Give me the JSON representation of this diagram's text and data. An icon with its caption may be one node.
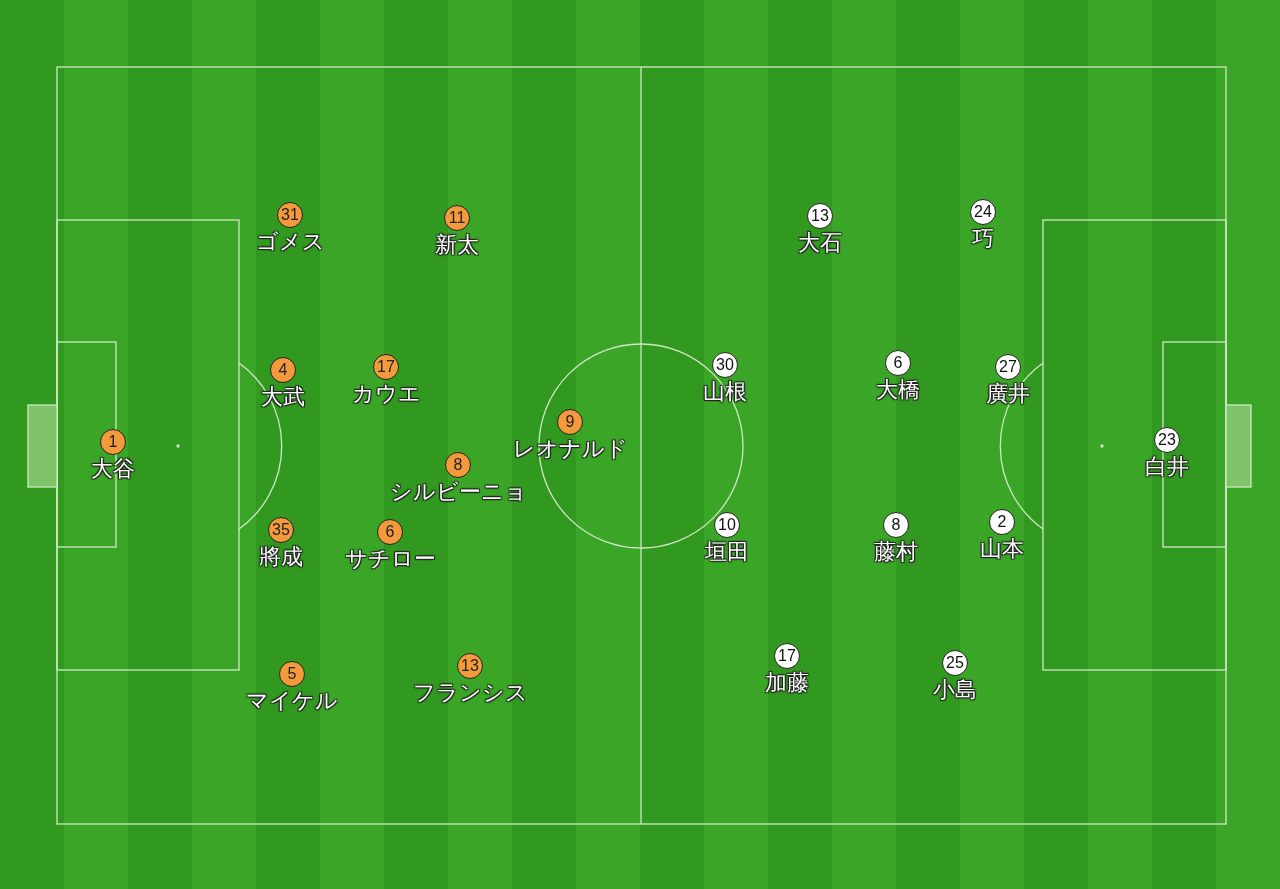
{
  "diagram": {
    "nodes": [
      {
        "text": [
          "1"
        ],
        "beside": [
          "大谷"
        ]
      },
      {
        "text": [
          "31"
        ],
        "beside": [
          "ゴメス"
        ]
      },
      {
        "text": [
          "11"
        ],
        "beside": [
          "新太"
        ]
      },
      {
        "text": [
          "4"
        ],
        "beside": [
          "大武"
        ]
      },
      {
        "text": [
          "17"
        ],
        "beside": [
          "カウエ"
        ]
      },
      {
        "text": [
          "9"
        ],
        "beside": [
          "レオナルド"
        ]
      },
      {
        "text": [
          "8"
        ],
        "beside": [
          "シルビーニョ"
        ]
      },
      {
        "text": [
          "35"
        ],
        "beside": [
          "將成"
        ]
      },
      {
        "text": [
          "6"
        ],
        "beside": [
          "サチロー"
        ]
      },
      {
        "text": [
          "5"
        ],
        "beside": [
          "マイケル"
        ]
      },
      {
        "text": [
          "13"
        ],
        "beside": [
          "フランシス"
        ]
      },
      {
        "text": [
          "13"
        ],
        "beside": [
          "大石"
        ]
      },
      {
        "text": [
          "24"
        ],
        "beside": [
          "巧"
        ]
      },
      {
        "text": [
          "30"
        ],
        "beside": [
          "山根"
        ]
      },
      {
        "text": [
          "6"
        ],
        "beside": [
          "大橋"
        ]
      },
      {
        "text": [
          "27"
        ],
        "beside": [
          "廣井"
        ]
      },
      {
        "text": [
          "23"
        ],
        "beside": [
          "白井"
        ]
      },
      {
        "text": [
          "10"
        ],
        "beside": [
          "垣田"
        ]
      },
      {
        "text": [
          "8"
        ],
        "beside": [
          "藤村"
        ]
      },
      {
        "text": [
          "2"
        ],
        "beside": [
          "山本"
        ]
      },
      {
        "text": [
          "17"
        ],
        "beside": [
          "加藤"
        ]
      },
      {
        "text": [
          "25"
        ],
        "beside": [
          "小島"
        ]
      }
    ]
  }
}
